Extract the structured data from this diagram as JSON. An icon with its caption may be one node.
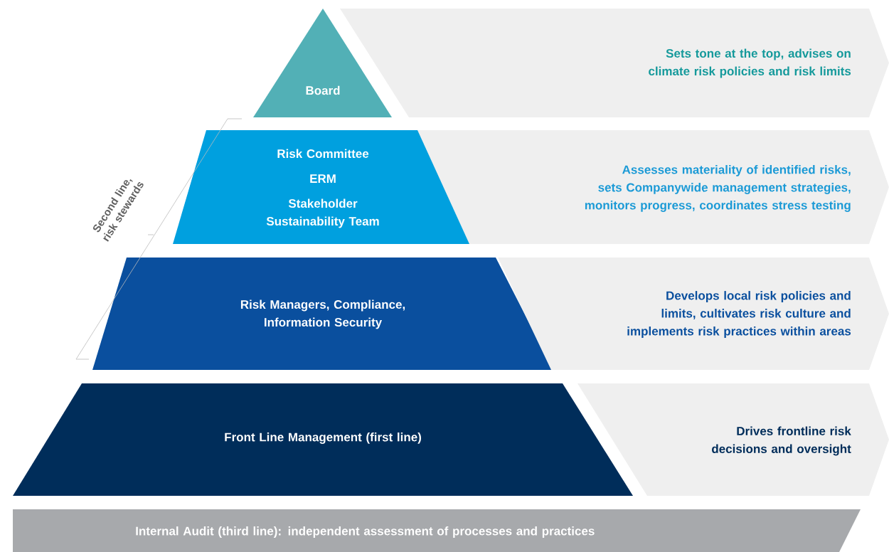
{
  "diagram": {
    "nodes": [
      {
        "text": [
          "Board"
        ]
      },
      {
        "text": [
          "Sets tone at the top, advises on climate risk policies and risk limits"
        ]
      },
      {
        "text": [
          "Risk Committee",
          "ERM",
          "Stakeholder Sustainability Team"
        ]
      },
      {
        "text": [
          "Assesses materiality of identified risks, sets Companywide management strategies, monitors progress, coordinates stress testing"
        ]
      },
      {
        "text": [
          "Risk Managers, Compliance, Information Security"
        ]
      },
      {
        "text": [
          "Develops local risk policies and limits, cultivates risk culture and implements risk practices within areas"
        ]
      },
      {
        "text": [
          "Front Line Management (first line)"
        ]
      },
      {
        "text": [
          "Drives frontline risk decisions and oversight"
        ]
      },
      {
        "text": [
          "Internal Audit (third line): independent assessment of processes and practices"
        ]
      }
    ],
    "labels": [
      "Second line, risk stewards"
    ]
  }
}
